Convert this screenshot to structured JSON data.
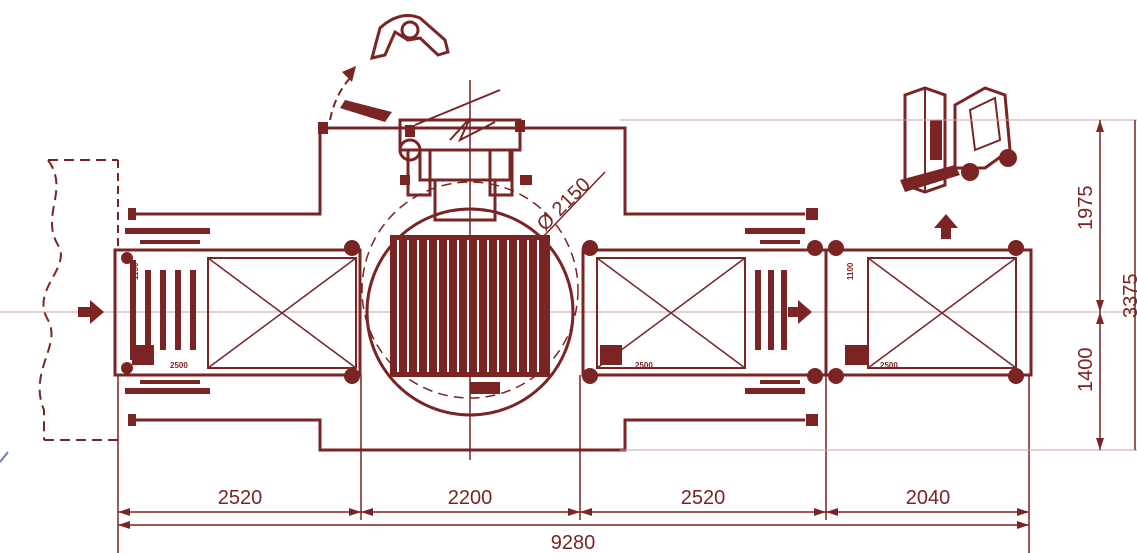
{
  "diagram": {
    "colors": {
      "line": "#7a2424",
      "background": "#ffffff",
      "accent": "#6b7fb0"
    },
    "dimensions": {
      "segment_widths": [
        "2520",
        "2200",
        "2520",
        "2040"
      ],
      "total_width": "9280",
      "vertical_upper": "1975",
      "vertical_lower": "1400",
      "vertical_total": "3375",
      "table_diameter": "Ø 2150"
    },
    "conveyor_labels": {
      "module_1_side": "1100",
      "module_1_foot": "2500",
      "module_3_foot": "2500",
      "module_4_side": "1100",
      "module_4_foot": "2500"
    },
    "icons": [
      "infeed-arrow-icon",
      "transfer-arrow-icon",
      "outfeed-arrow-icon",
      "robot-arm-icon",
      "forklift-icon",
      "stretch-wrapper-icon"
    ]
  }
}
